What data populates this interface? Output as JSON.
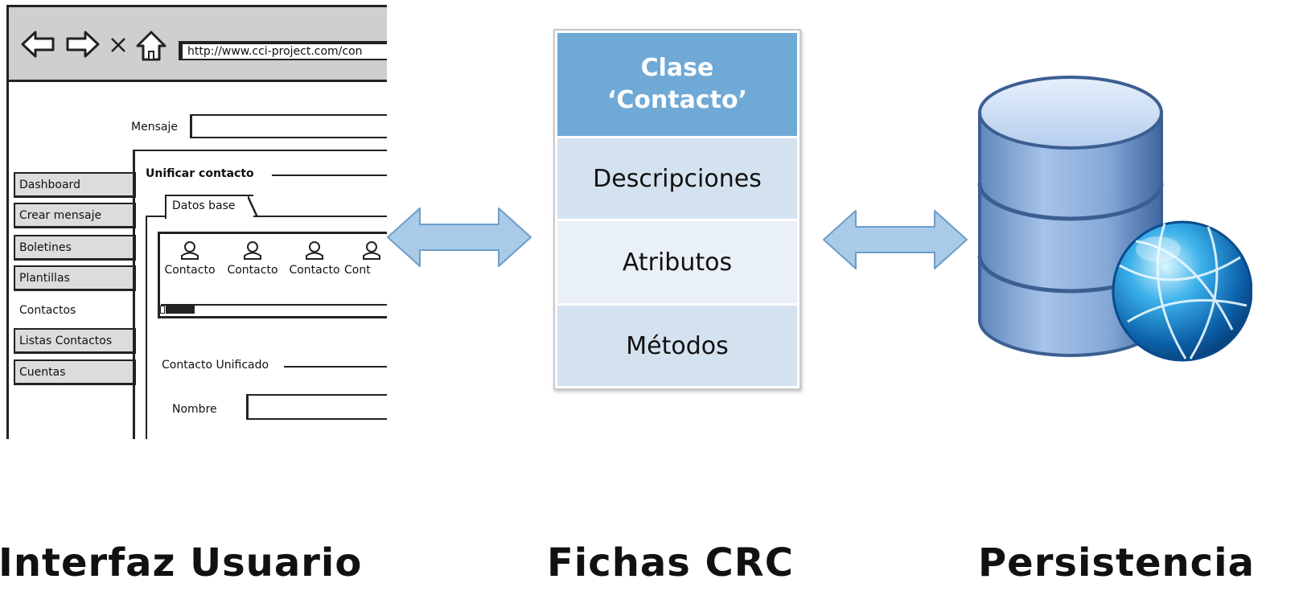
{
  "mockup": {
    "url": "http://www.cci-project.com/con",
    "message_label": "Mensaje",
    "sidebar": [
      "Dashboard",
      "Crear mensaje",
      "Boletines",
      "Plantillas",
      "Contactos",
      "Listas Contactos",
      "Cuentas"
    ],
    "active_item": "Contactos",
    "panel_title": "Unificar contacto",
    "tab_label": "Datos base",
    "contacts": [
      "Contacto",
      "Contacto",
      "Contacto",
      "Cont"
    ],
    "unified_label": "Contacto Unificado",
    "name_label": "Nombre"
  },
  "crc": {
    "header_line1": "Clase",
    "header_line2": "‘Contacto’",
    "rows": [
      "Descripciones",
      "Atributos",
      "Métodos"
    ],
    "header_color": "#6fa9d6",
    "row_colors": [
      "#d4e2f0",
      "#eaf0f8",
      "#d4e2f0"
    ]
  },
  "captions": {
    "left": "Interfaz Usuario",
    "center": "Fichas CRC",
    "right": "Persistencia"
  },
  "colors": {
    "arrow_fill": "#a9cbe8",
    "arrow_stroke": "#6d9dc8"
  }
}
